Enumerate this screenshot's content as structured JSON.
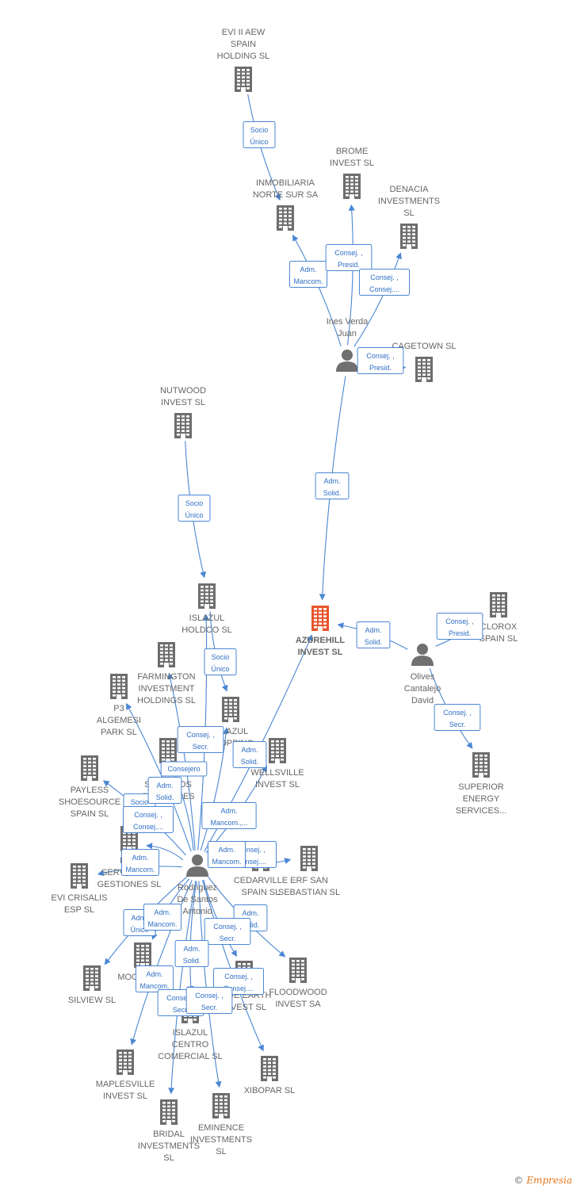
{
  "colors": {
    "company": "#6d6d6d",
    "focus": "#e8542b",
    "person": "#707070",
    "edge": "#4a86d4",
    "label": "#666666"
  },
  "footer": {
    "copyright": "©",
    "brand": "Empresia"
  },
  "nodes": [
    {
      "id": "evi",
      "kind": "company",
      "lines": [
        "EVI II AEW",
        "SPAIN",
        "HOLDING  SL"
      ]
    },
    {
      "id": "inmo",
      "kind": "company",
      "lines": [
        "INMOBILIARIA",
        "NORTE SUR SA"
      ]
    },
    {
      "id": "brome",
      "kind": "company",
      "lines": [
        "BROME",
        "INVEST  SL"
      ]
    },
    {
      "id": "denacia",
      "kind": "company",
      "lines": [
        "DENACIA",
        "INVESTMENTS",
        "SL"
      ]
    },
    {
      "id": "ines",
      "kind": "person",
      "lines": [
        "Ines Verda",
        "Juan"
      ]
    },
    {
      "id": "cagetown",
      "kind": "company",
      "lines": [
        "CAGETOWN  SL"
      ]
    },
    {
      "id": "nutwood",
      "kind": "company",
      "lines": [
        "NUTWOOD",
        "INVEST  SL"
      ]
    },
    {
      "id": "azurehill",
      "kind": "focus",
      "lines": [
        "AZUREHILL",
        "INVEST  SL"
      ]
    },
    {
      "id": "clorox",
      "kind": "company",
      "lines": [
        "CLOROX",
        "SPAIN SL"
      ]
    },
    {
      "id": "olives",
      "kind": "person",
      "lines": [
        "Olives",
        "Cantalejo",
        "David"
      ]
    },
    {
      "id": "superior",
      "kind": "company",
      "lines": [
        "SUPERIOR",
        "ENERGY",
        "SERVICES..."
      ]
    },
    {
      "id": "islazulh",
      "kind": "company",
      "lines": [
        "ISLAZUL",
        "HOLDCO  SL"
      ]
    },
    {
      "id": "farmington",
      "kind": "company",
      "lines": [
        "FARMINGTON",
        "INVESTMENT",
        "HOLDINGS  SL"
      ]
    },
    {
      "id": "p3",
      "kind": "company",
      "lines": [
        "P3",
        "ALGEMESI",
        "PARK  SL"
      ]
    },
    {
      "id": "islazul2",
      "kind": "company",
      "lines": [
        "ISLAZUL",
        "SHOPPING"
      ]
    },
    {
      "id": "wellsville",
      "kind": "company",
      "lines": [
        "WELLSVILLE",
        "INVEST  SL"
      ]
    },
    {
      "id": "payless",
      "kind": "company",
      "lines": [
        "PAYLESS",
        "SHOESOURCE",
        "SPAIN SL"
      ]
    },
    {
      "id": "tp",
      "kind": "company",
      "lines": [
        "TP",
        "SERVICIOS",
        "GENERALES"
      ]
    },
    {
      "id": "bam",
      "kind": "company",
      "lines": [
        "BAM",
        "SERVICIOS Y",
        "GESTIONES  SL"
      ]
    },
    {
      "id": "evicrisalis",
      "kind": "company",
      "lines": [
        "EVI CRISALIS",
        "ESP  SL"
      ]
    },
    {
      "id": "rodriguez",
      "kind": "person",
      "lines": [
        "Rodriguez",
        "De Santos",
        "Antonio"
      ]
    },
    {
      "id": "cedarville",
      "kind": "company",
      "lines": [
        "CEDARVILLE",
        "SPAIN  SL"
      ]
    },
    {
      "id": "erf",
      "kind": "company",
      "lines": [
        "ERF SAN",
        "SEBASTIAN  SL"
      ]
    },
    {
      "id": "silview",
      "kind": "company",
      "lines": [
        "SILVIEW  SL"
      ]
    },
    {
      "id": "moorgate",
      "kind": "company",
      "lines": [
        "MOORGATE",
        "SL"
      ]
    },
    {
      "id": "floodwood",
      "kind": "company",
      "lines": [
        "FLOODWOOD",
        "INVEST SA"
      ]
    },
    {
      "id": "blueearth",
      "kind": "company",
      "lines": [
        "BLUE EARTH",
        "INVEST  SL"
      ]
    },
    {
      "id": "centro",
      "kind": "company",
      "lines": [
        "ISLAZUL",
        "CENTRO",
        "COMERCIAL  SL"
      ]
    },
    {
      "id": "xibopar",
      "kind": "company",
      "lines": [
        "XIBOPAR  SL"
      ]
    },
    {
      "id": "maplesville",
      "kind": "company",
      "lines": [
        "MAPLESVILLE",
        "INVEST  SL"
      ]
    },
    {
      "id": "bridal",
      "kind": "company",
      "lines": [
        "BRIDAL",
        "INVESTMENTS",
        "SL"
      ]
    },
    {
      "id": "eminence",
      "kind": "company",
      "lines": [
        "EMINENCE",
        "INVESTMENTS",
        "SL"
      ]
    }
  ],
  "edges": [
    {
      "from": "evi",
      "to": "inmo",
      "label": [
        "Socio",
        "Único"
      ]
    },
    {
      "from": "ines",
      "to": "inmo",
      "label": [
        "Adm.",
        "Mancom."
      ]
    },
    {
      "from": "ines",
      "to": "brome",
      "label": [
        "Consej. ,",
        "Presid."
      ]
    },
    {
      "from": "ines",
      "to": "denacia",
      "label": [
        "Consej. ,",
        "Consej...."
      ]
    },
    {
      "from": "ines",
      "to": "cagetown",
      "label": [
        "Consej. ,",
        "Presid."
      ]
    },
    {
      "from": "ines",
      "to": "azurehill",
      "label": [
        "Adm.",
        "Solid."
      ]
    },
    {
      "from": "nutwood",
      "to": "islazulh",
      "label": [
        "Socio",
        "Único"
      ]
    },
    {
      "from": "olives",
      "to": "azurehill",
      "label": [
        "Adm.",
        "Solid."
      ]
    },
    {
      "from": "olives",
      "to": "clorox",
      "label": [
        "Consej. ,",
        "Presid."
      ]
    },
    {
      "from": "olives",
      "to": "superior",
      "label": [
        "Consej. ,",
        "Secr."
      ]
    },
    {
      "from": "islazulh",
      "to": "islazul2",
      "label": [
        "Socio",
        "Único"
      ]
    },
    {
      "from": "rodriguez",
      "to": "azurehill",
      "label": []
    },
    {
      "from": "rodriguez",
      "to": "islazulh",
      "label": []
    },
    {
      "from": "rodriguez",
      "to": "farmington",
      "label": [
        "Consej. ,",
        "Secr."
      ]
    },
    {
      "from": "rodriguez",
      "to": "p3",
      "label": [
        "Consejero"
      ]
    },
    {
      "from": "rodriguez",
      "to": "islazul2",
      "label": [
        "Adm.",
        "Solid."
      ]
    },
    {
      "from": "rodriguez",
      "to": "wellsville",
      "label": [
        "Adm.",
        "Mancom.,..."
      ]
    },
    {
      "from": "rodriguez",
      "to": "payless",
      "label": [
        "Socio",
        "Único"
      ]
    },
    {
      "from": "rodriguez",
      "to": "tp",
      "label": [
        "Adm.",
        "Solid."
      ]
    },
    {
      "from": "rodriguez",
      "to": "bam",
      "label": [
        "Adm.",
        "Mancom."
      ]
    },
    {
      "from": "rodriguez",
      "to": "evicrisalis",
      "label": [
        "Consej. ,",
        "Consej...."
      ]
    },
    {
      "from": "rodriguez",
      "to": "cedarville",
      "label": [
        "Consej. ,",
        "Consej...."
      ]
    },
    {
      "from": "rodriguez",
      "to": "erf",
      "label": [
        "Adm.",
        "Mancom."
      ]
    },
    {
      "from": "rodriguez",
      "to": "silview",
      "label": [
        "Adm.",
        "Único"
      ]
    },
    {
      "from": "rodriguez",
      "to": "moorgate",
      "label": [
        "Adm.",
        "Mancom."
      ]
    },
    {
      "from": "rodriguez",
      "to": "floodwood",
      "label": [
        "Adm.",
        "Solid."
      ]
    },
    {
      "from": "rodriguez",
      "to": "blueearth",
      "label": [
        "Consej. ,",
        "Secr."
      ]
    },
    {
      "from": "rodriguez",
      "to": "centro",
      "label": [
        "Adm.",
        "Solid."
      ]
    },
    {
      "from": "rodriguez",
      "to": "xibopar",
      "label": [
        "Consej. ,",
        "Consej...."
      ]
    },
    {
      "from": "rodriguez",
      "to": "maplesville",
      "label": [
        "Adm.",
        "Mancom."
      ]
    },
    {
      "from": "rodriguez",
      "to": "bridal",
      "label": [
        "Consej. ,",
        "Secr."
      ]
    },
    {
      "from": "rodriguez",
      "to": "eminence",
      "label": [
        "Consej. ,",
        "Secr."
      ]
    }
  ]
}
